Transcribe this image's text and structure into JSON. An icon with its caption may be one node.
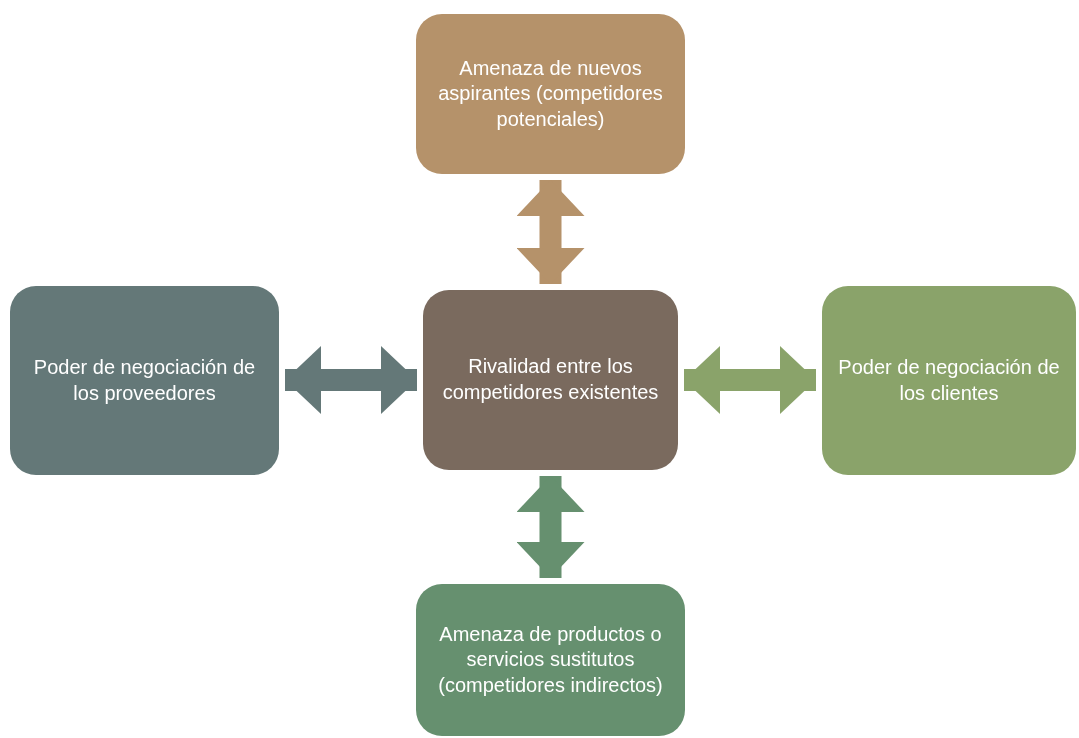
{
  "diagram": {
    "nodes": [
      {
        "text": [
          "Amenaza de nuevos aspirantes (competidores potenciales)"
        ]
      },
      {
        "text": [
          "Poder de negociación de los proveedores"
        ]
      },
      {
        "text": [
          "Rivalidad entre los competidores existentes"
        ]
      },
      {
        "text": [
          "Poder de negociación de los clientes"
        ]
      },
      {
        "text": [
          "Amenaza de productos o servicios sustitutos (competidores indirectos)"
        ]
      }
    ],
    "edges": [
      {
        "from": 2,
        "to": 0,
        "arrow": "both",
        "color": "#b5926a"
      },
      {
        "from": 2,
        "to": 1,
        "arrow": "both",
        "color": "#647878"
      },
      {
        "from": 2,
        "to": 3,
        "arrow": "both",
        "color": "#8aa36a"
      },
      {
        "from": 2,
        "to": 4,
        "arrow": "both",
        "color": "#66906f"
      }
    ]
  }
}
